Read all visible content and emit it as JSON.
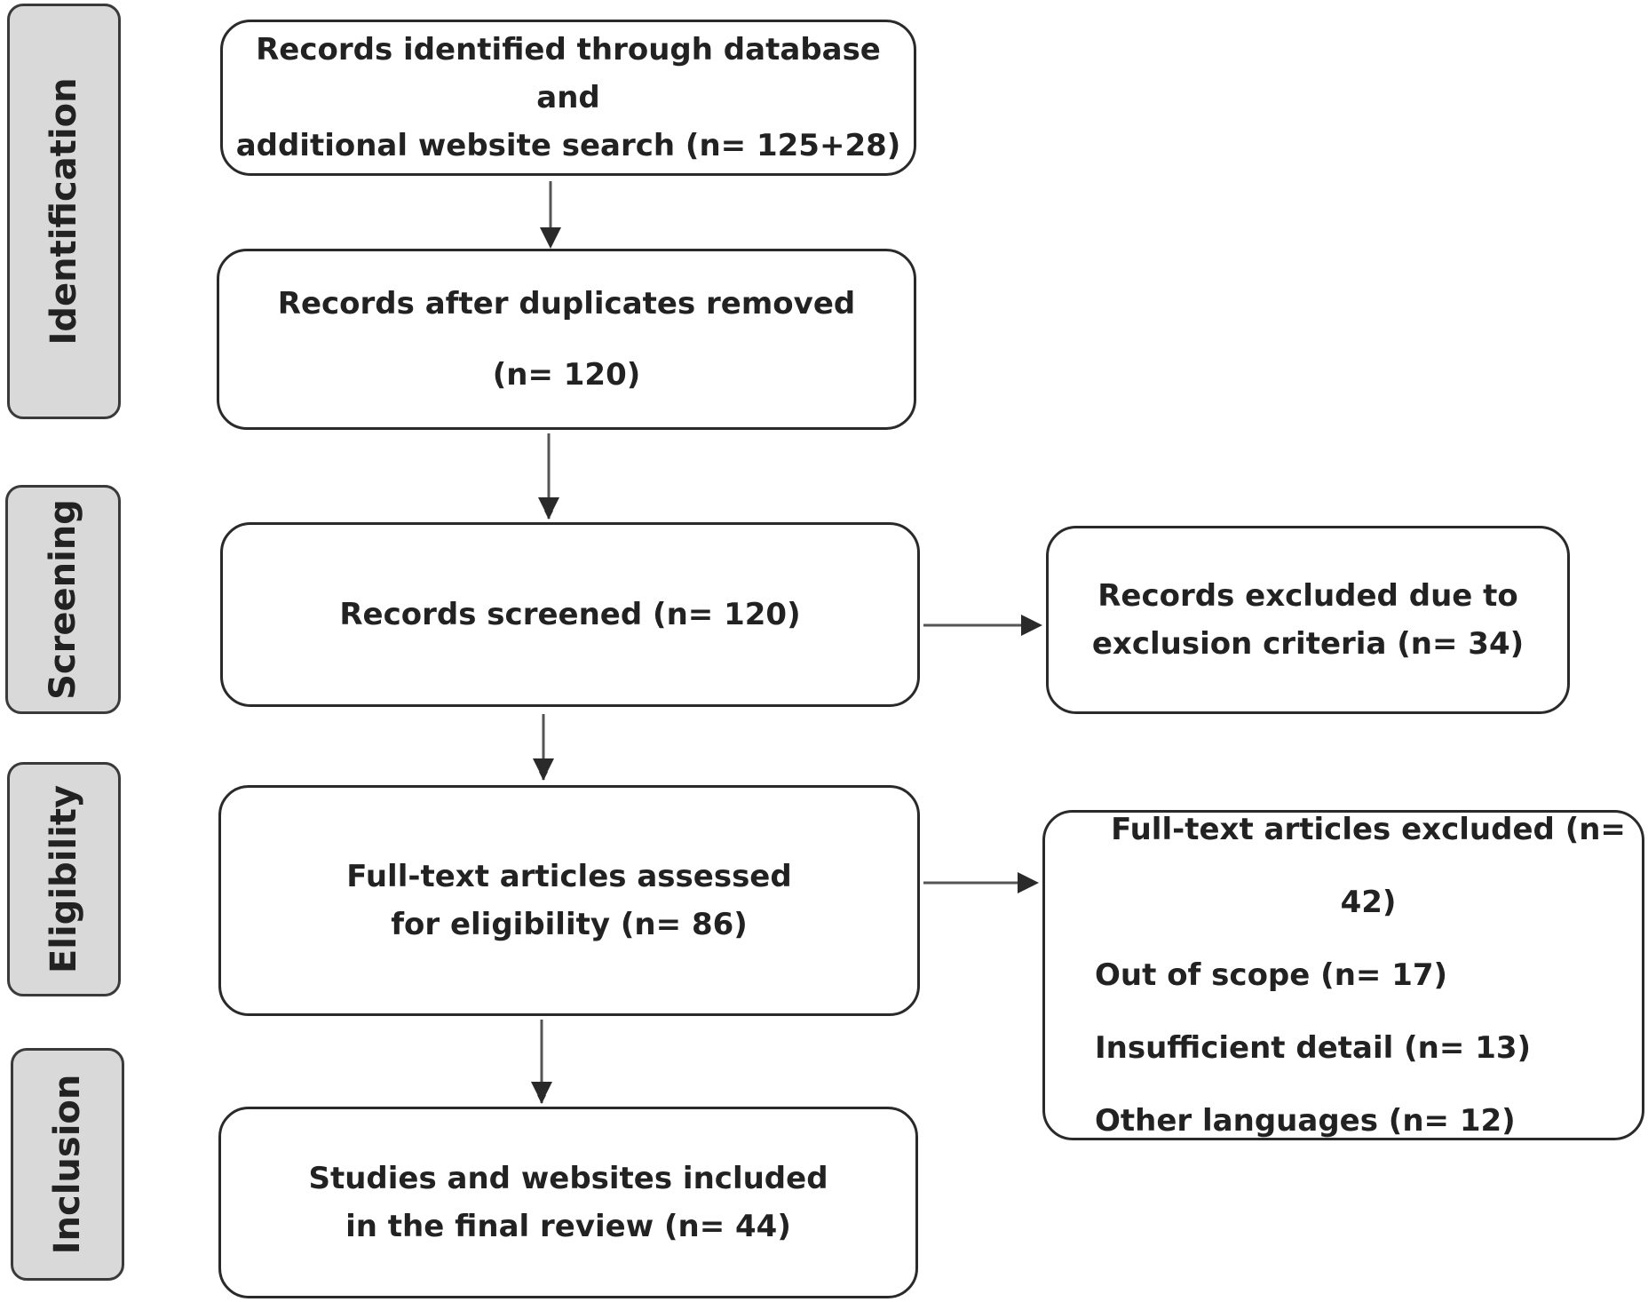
{
  "stages": {
    "identification": "Identification",
    "screening": "Screening",
    "eligibility": "Eligibility",
    "inclusion": "Inclusion"
  },
  "boxes": {
    "identified": {
      "line1": "Records identified through database and",
      "line2": "additional website search (n= 125+28)"
    },
    "deduplicated": {
      "line1": "Records after duplicates removed",
      "line2": "(n= 120)"
    },
    "screened": {
      "line1": "Records screened (n= 120)"
    },
    "excluded_screening": {
      "line1": "Records excluded due to",
      "line2": "exclusion criteria (n= 34)"
    },
    "eligibility": {
      "line1": "Full-text articles assessed",
      "line2": "for eligibility (n= 86)"
    },
    "excluded_fulltext": {
      "line1": "Full-text articles excluded (n= 42)",
      "line2": "Out of scope (n= 17)",
      "line3": "Insufficient detail (n= 13)",
      "line4": "Other languages (n= 12)"
    },
    "included": {
      "line1": "Studies and websites included",
      "line2": "in the final review (n= 44)"
    }
  }
}
